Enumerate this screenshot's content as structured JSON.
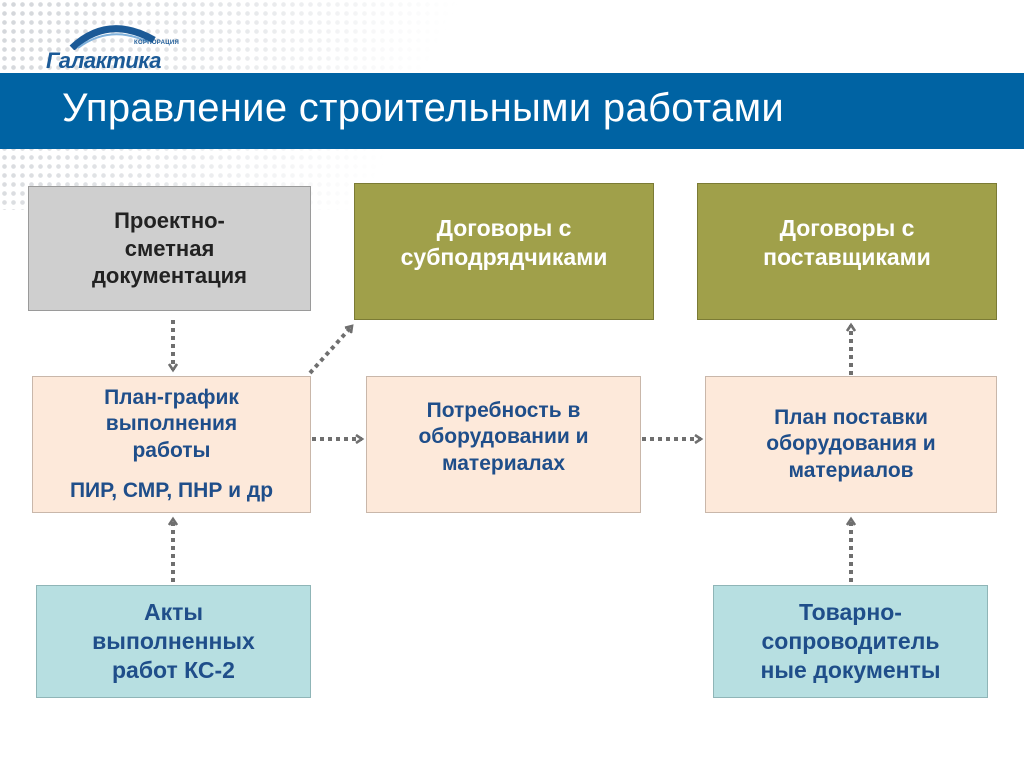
{
  "header": {
    "logo_corp": "КОРПОРАЦИЯ",
    "logo_name": "Галактика",
    "title": "Управление строительными работами"
  },
  "colors": {
    "title_band": "#0063a3",
    "doc_box": "#cfcfcf",
    "contract_box": "#a0a04a",
    "plan_box": "#fde9da",
    "document_box": "#b7dfe1",
    "box_text_blue": "#1f4e8a",
    "arrow": "#6f6f6f"
  },
  "diagram": {
    "nodes": {
      "design_docs": {
        "lines": [
          "Проектно-",
          "сметная",
          "документация"
        ]
      },
      "subcontracts": {
        "lines": [
          "Договоры с",
          "субподрядчиками"
        ]
      },
      "supplier_contracts": {
        "lines": [
          "Договоры с",
          "поставщиками"
        ]
      },
      "work_schedule": {
        "lines": [
          "План-график",
          "выполнения",
          "работы"
        ],
        "subtitle": "ПИР, СМР, ПНР и др"
      },
      "requirements": {
        "lines": [
          "Потребность в",
          "оборудовании и",
          "материалах"
        ]
      },
      "supply_plan": {
        "lines": [
          "План поставки",
          "оборудования и",
          "материалов"
        ]
      },
      "acts": {
        "lines": [
          "Акты",
          "выполненных",
          "работ КС-2"
        ]
      },
      "shipping_docs": {
        "lines": [
          "Товарно-",
          "сопроводитель",
          "ные документы"
        ]
      }
    },
    "edges": [
      {
        "from": "design_docs",
        "to": "work_schedule",
        "style": "dotted"
      },
      {
        "from": "work_schedule",
        "to": "subcontracts",
        "style": "dotted"
      },
      {
        "from": "work_schedule",
        "to": "requirements",
        "style": "dotted"
      },
      {
        "from": "requirements",
        "to": "supply_plan",
        "style": "dotted"
      },
      {
        "from": "supply_plan",
        "to": "supplier_contracts",
        "style": "dotted"
      },
      {
        "from": "acts",
        "to": "work_schedule",
        "style": "dotted"
      },
      {
        "from": "shipping_docs",
        "to": "supply_plan",
        "style": "dotted"
      }
    ]
  }
}
